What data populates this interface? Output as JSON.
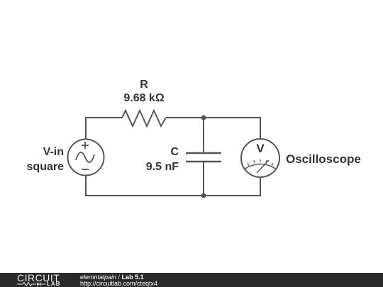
{
  "schematic": {
    "resistor": {
      "name": "R",
      "value": "9.68 kΩ"
    },
    "capacitor": {
      "name": "C",
      "value": "9.5 nF"
    },
    "source": {
      "name": "V-in",
      "waveform": "square"
    },
    "meter": {
      "symbol": "V",
      "label": "Oscilloscope"
    }
  },
  "footer": {
    "logo_top": "CIRCUIT",
    "logo_bottom": "LAB",
    "author": "elemntalpain",
    "separator": " / ",
    "title": "Lab 5.1",
    "url": "http://circuitlab.com/cteqtx4"
  },
  "colors": {
    "wire": "#555555",
    "text": "#333333",
    "footer_bg": "#2a2a2a"
  }
}
